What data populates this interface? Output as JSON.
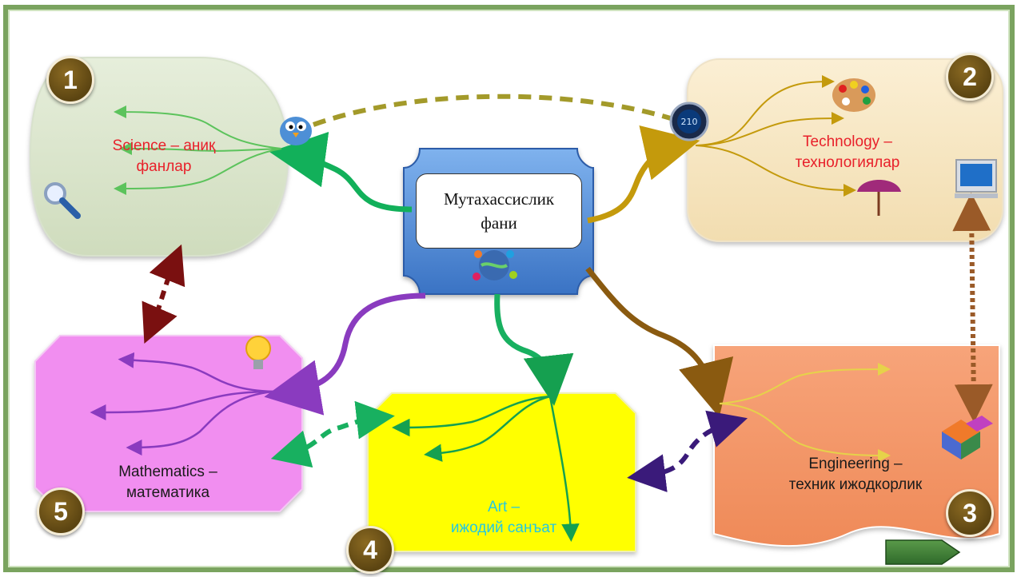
{
  "center": {
    "line1": "Мутахассислик",
    "line2": "фани"
  },
  "nodes": [
    {
      "number": "1",
      "line1": "Science – аниқ",
      "line2": "фанлар",
      "color": "#dbe6cc"
    },
    {
      "number": "2",
      "line1": "Technology –",
      "line2": "технологиялар",
      "color": "#f7e7c4"
    },
    {
      "number": "3",
      "line1": "Engineering –",
      "line2": "техник ижодкорлик",
      "color": "#f59a6c"
    },
    {
      "number": "4",
      "line1": "Art –",
      "line2": "ижодий санъат",
      "color": "#ffff00"
    },
    {
      "number": "5",
      "line1": "Mathematics –",
      "line2": "математика",
      "color": "#f18ef0"
    }
  ],
  "icons": [
    "magnifier-icon",
    "bird-icon",
    "gauge-icon",
    "palette-icon",
    "umbrella-icon",
    "monitor-icon",
    "lightbulb-icon",
    "blocks-icon",
    "globe-icon",
    "next-arrow-icon"
  ],
  "colors": {
    "frame": "#7aa35f",
    "center_box": "#5a8fd6",
    "link_science": "#12b05a",
    "link_technology": "#c49a0c",
    "link_math": "#8a3bbf",
    "link_art": "#18b060",
    "link_engineering": "#8a5a10"
  }
}
